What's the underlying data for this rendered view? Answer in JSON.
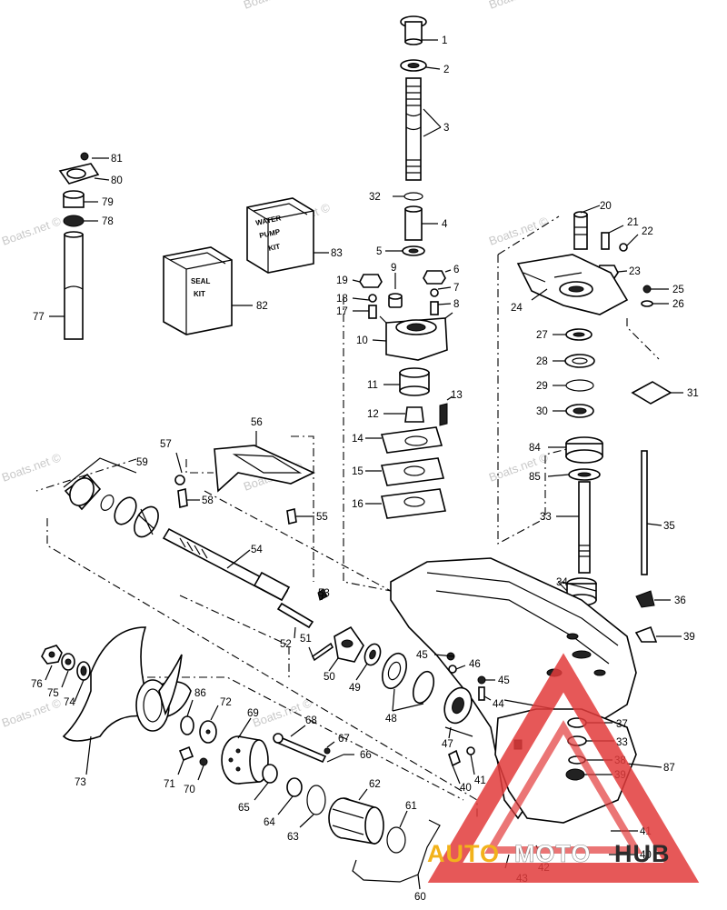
{
  "watermark": {
    "text": "Boats.net ©",
    "color": "#c8c8c8"
  },
  "box_labels": {
    "water_pump_kit": [
      "WATER",
      "PUMP",
      "KIT"
    ],
    "seal_kit": [
      "SEAL",
      "KIT"
    ]
  },
  "logo": {
    "word_auto": "AUTO",
    "word_moto": "MOTO",
    "word_hub": "HUB",
    "triangle_color": "#e23b3b",
    "auto_color": "#f2b21b",
    "moto_color": "#ffffff",
    "hub_color": "#2b2b2b"
  },
  "callouts": [
    {
      "id": "c1",
      "text": "1"
    },
    {
      "id": "c2",
      "text": "2"
    },
    {
      "id": "c3",
      "text": "3"
    },
    {
      "id": "c4",
      "text": "4"
    },
    {
      "id": "c5",
      "text": "5"
    },
    {
      "id": "c6",
      "text": "6"
    },
    {
      "id": "c7",
      "text": "7"
    },
    {
      "id": "c8",
      "text": "8"
    },
    {
      "id": "c9",
      "text": "9"
    },
    {
      "id": "c10",
      "text": "10"
    },
    {
      "id": "c11",
      "text": "11"
    },
    {
      "id": "c12",
      "text": "12"
    },
    {
      "id": "c13",
      "text": "13"
    },
    {
      "id": "c14",
      "text": "14"
    },
    {
      "id": "c15",
      "text": "15"
    },
    {
      "id": "c16",
      "text": "16"
    },
    {
      "id": "c17",
      "text": "17"
    },
    {
      "id": "c18",
      "text": "18"
    },
    {
      "id": "c19",
      "text": "19"
    },
    {
      "id": "c20",
      "text": "20"
    },
    {
      "id": "c21",
      "text": "21"
    },
    {
      "id": "c22",
      "text": "22"
    },
    {
      "id": "c23",
      "text": "23"
    },
    {
      "id": "c24",
      "text": "24"
    },
    {
      "id": "c25",
      "text": "25"
    },
    {
      "id": "c26",
      "text": "26"
    },
    {
      "id": "c27",
      "text": "27"
    },
    {
      "id": "c28",
      "text": "28"
    },
    {
      "id": "c29",
      "text": "29"
    },
    {
      "id": "c30",
      "text": "30"
    },
    {
      "id": "c31",
      "text": "31"
    },
    {
      "id": "c32",
      "text": "32"
    },
    {
      "id": "c33a",
      "text": "33"
    },
    {
      "id": "c33b",
      "text": "33"
    },
    {
      "id": "c34",
      "text": "34"
    },
    {
      "id": "c35",
      "text": "35"
    },
    {
      "id": "c36",
      "text": "36"
    },
    {
      "id": "c37",
      "text": "37"
    },
    {
      "id": "c38",
      "text": "38"
    },
    {
      "id": "c39a",
      "text": "39"
    },
    {
      "id": "c39b",
      "text": "39"
    },
    {
      "id": "c40a",
      "text": "40"
    },
    {
      "id": "c40b",
      "text": "40"
    },
    {
      "id": "c41a",
      "text": "41"
    },
    {
      "id": "c41b",
      "text": "41"
    },
    {
      "id": "c42",
      "text": "42"
    },
    {
      "id": "c43",
      "text": "43"
    },
    {
      "id": "c44",
      "text": "44"
    },
    {
      "id": "c45a",
      "text": "45"
    },
    {
      "id": "c45b",
      "text": "45"
    },
    {
      "id": "c46",
      "text": "46"
    },
    {
      "id": "c47",
      "text": "47"
    },
    {
      "id": "c48",
      "text": "48"
    },
    {
      "id": "c49",
      "text": "49"
    },
    {
      "id": "c50",
      "text": "50"
    },
    {
      "id": "c51",
      "text": "51"
    },
    {
      "id": "c52",
      "text": "52"
    },
    {
      "id": "c53",
      "text": "53"
    },
    {
      "id": "c54",
      "text": "54"
    },
    {
      "id": "c55",
      "text": "55"
    },
    {
      "id": "c56",
      "text": "56"
    },
    {
      "id": "c57",
      "text": "57"
    },
    {
      "id": "c58",
      "text": "58"
    },
    {
      "id": "c59",
      "text": "59"
    },
    {
      "id": "c60",
      "text": "60"
    },
    {
      "id": "c61",
      "text": "61"
    },
    {
      "id": "c62",
      "text": "62"
    },
    {
      "id": "c63",
      "text": "63"
    },
    {
      "id": "c64",
      "text": "64"
    },
    {
      "id": "c65",
      "text": "65"
    },
    {
      "id": "c66",
      "text": "66"
    },
    {
      "id": "c67",
      "text": "67"
    },
    {
      "id": "c68",
      "text": "68"
    },
    {
      "id": "c69",
      "text": "69"
    },
    {
      "id": "c70",
      "text": "70"
    },
    {
      "id": "c71",
      "text": "71"
    },
    {
      "id": "c72",
      "text": "72"
    },
    {
      "id": "c73",
      "text": "73"
    },
    {
      "id": "c74",
      "text": "74"
    },
    {
      "id": "c75",
      "text": "75"
    },
    {
      "id": "c76",
      "text": "76"
    },
    {
      "id": "c77",
      "text": "77"
    },
    {
      "id": "c78",
      "text": "78"
    },
    {
      "id": "c79",
      "text": "79"
    },
    {
      "id": "c80",
      "text": "80"
    },
    {
      "id": "c81",
      "text": "81"
    },
    {
      "id": "c82",
      "text": "82"
    },
    {
      "id": "c83",
      "text": "83"
    },
    {
      "id": "c84",
      "text": "84"
    },
    {
      "id": "c85",
      "text": "85"
    },
    {
      "id": "c86",
      "text": "86"
    },
    {
      "id": "c87",
      "text": "87"
    }
  ]
}
